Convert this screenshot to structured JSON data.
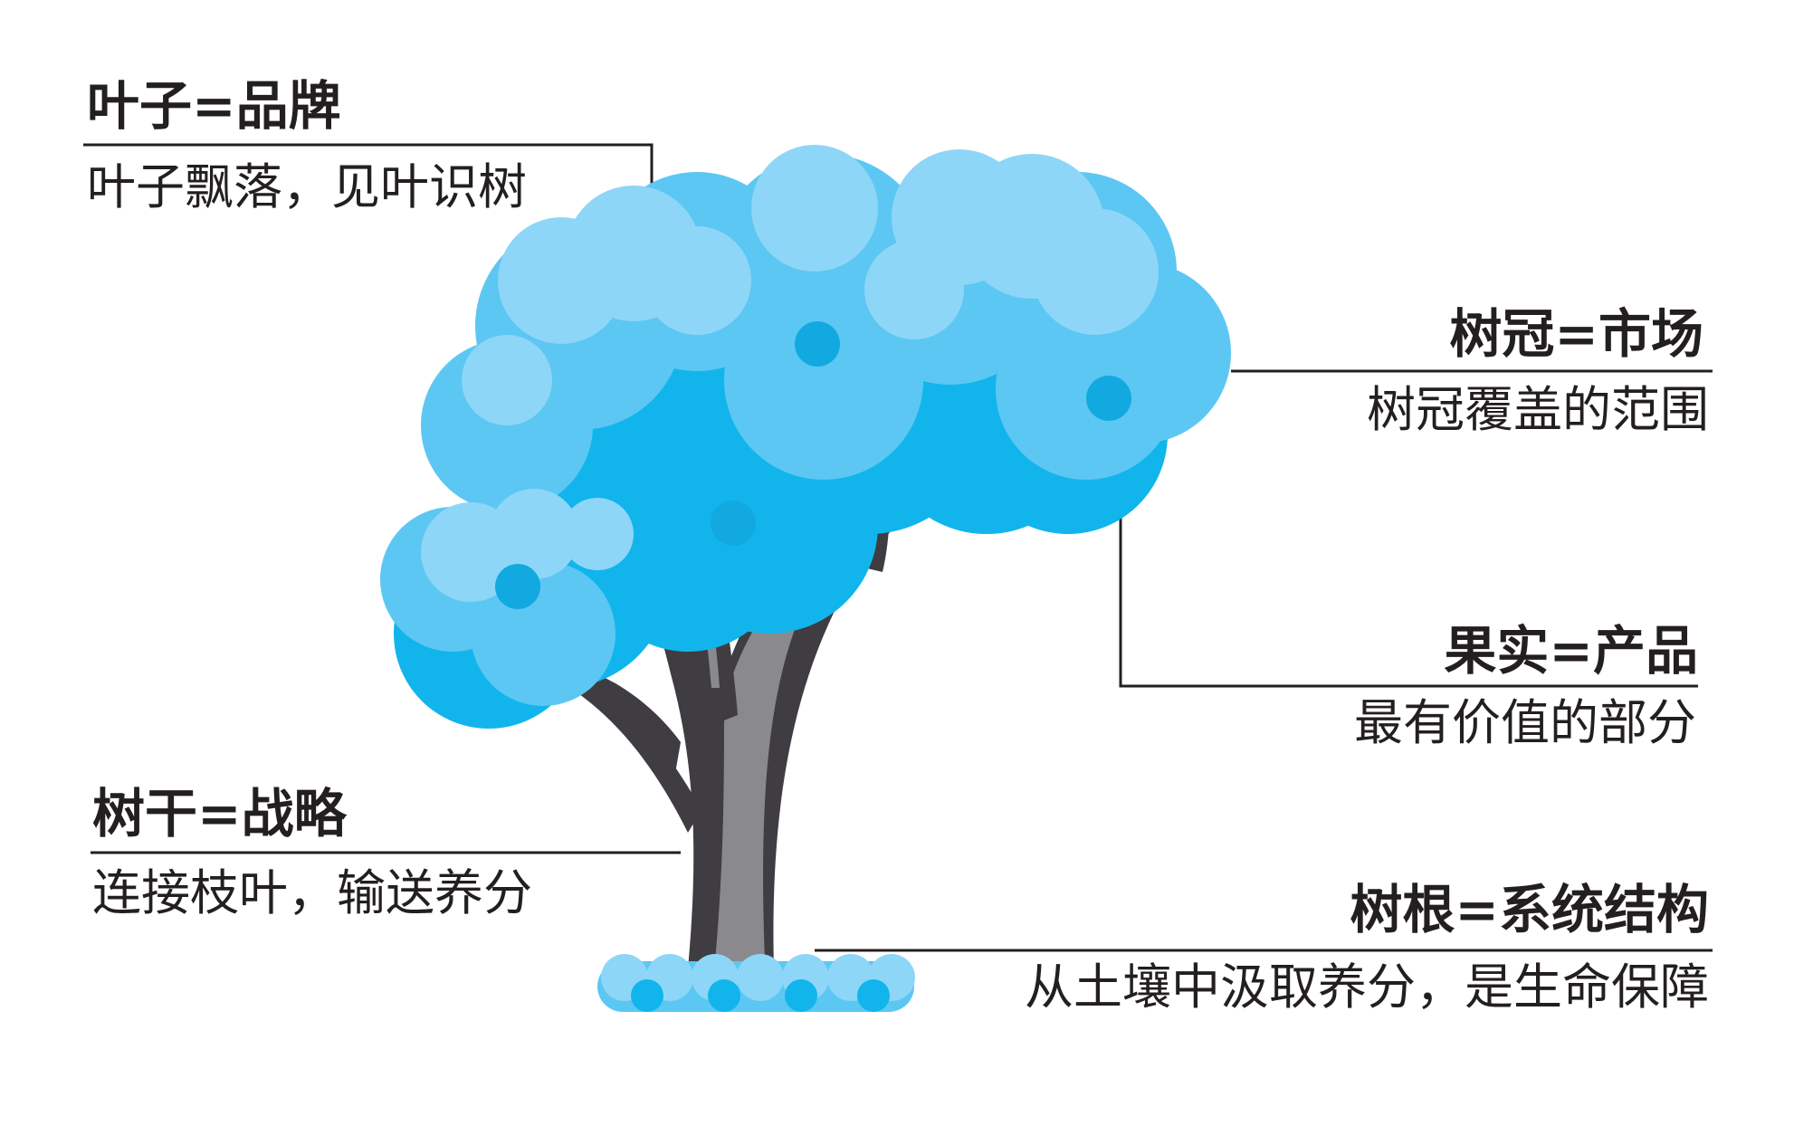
{
  "colors": {
    "trunk_dark": "#3f3d42",
    "trunk_light": "#8a8a8e",
    "foliage_light": "#8ed6f7",
    "foliage_mid": "#5cc7f3",
    "foliage_deep": "#11b5ec",
    "fruit": "#12a9e0",
    "line": "#231f20"
  },
  "labels": {
    "leaf": {
      "title": "叶子=品牌",
      "desc": "叶子飘落，见叶识树"
    },
    "crown": {
      "title": "树冠=市场",
      "desc": "树冠覆盖的范围"
    },
    "fruit": {
      "title": "果实=产品",
      "desc": "最有价值的部分"
    },
    "trunk": {
      "title": "树干=战略",
      "desc": "连接枝叶，输送养分"
    },
    "root": {
      "title": "树根=系统结构",
      "desc": "从土壤中汲取养分，是生命保障"
    }
  }
}
